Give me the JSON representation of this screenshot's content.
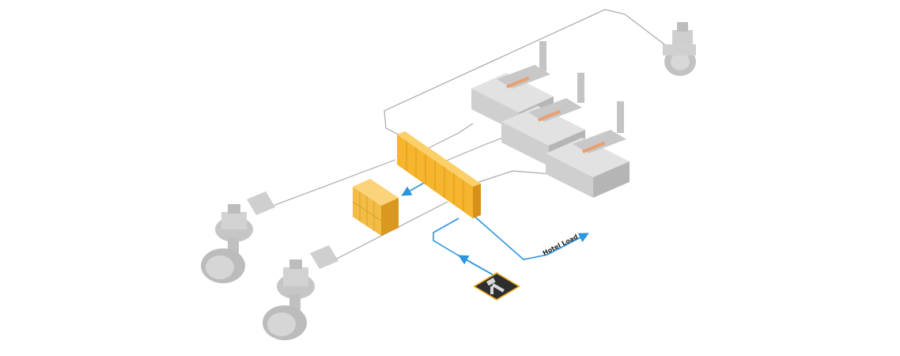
{
  "diagram": {
    "labels": {
      "hotel_load": "Hotel Load"
    },
    "colors": {
      "background": "#ffffff",
      "wire": "#a8a8a8",
      "flow_arrow": "#2b96e0",
      "switchboard": "#f5b52c",
      "switchboard_dark": "#d9901a",
      "battery": "#f3bd45",
      "machinery": "#d6d6d6",
      "machinery_dark": "#b2b2b2",
      "engine_accent": "#e8a070",
      "shore_box": "#2e2e2e"
    },
    "components": [
      "switchboard",
      "battery-bank",
      "generator-set",
      "generator-set",
      "generator-set",
      "azimuth-thruster",
      "azimuth-thruster",
      "tunnel-thruster",
      "shore-power-connection"
    ]
  }
}
